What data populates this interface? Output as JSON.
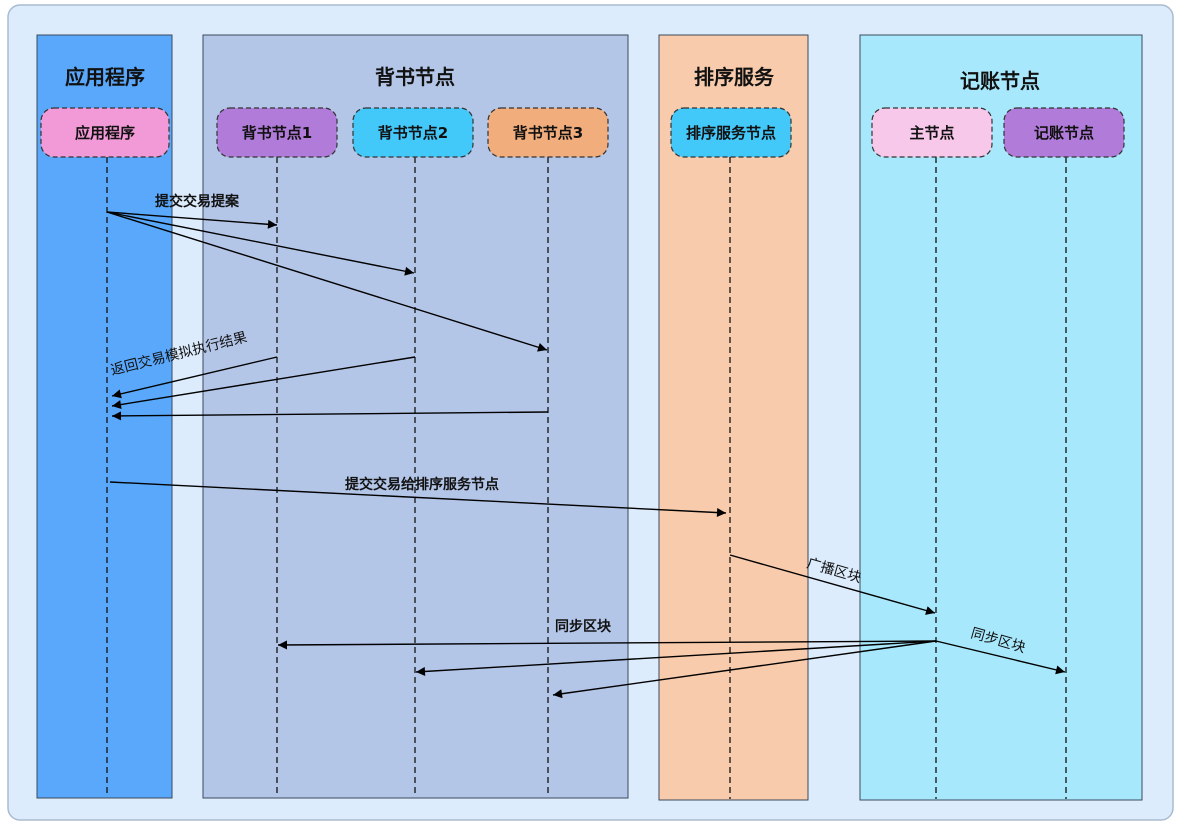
{
  "lanes": {
    "app": {
      "title": "应用程序",
      "color": "#59a8fb"
    },
    "endorse": {
      "title": "背书节点",
      "color": "#b4c6e8"
    },
    "order": {
      "title": "排序服务",
      "color": "#f7cbab"
    },
    "ledger": {
      "title": "记账节点",
      "color": "#a8e8fc"
    }
  },
  "participants": {
    "app": {
      "label": "应用程序",
      "color": "#f29ad8"
    },
    "endorser1": {
      "label": "背书节点1",
      "color": "#b07bd9"
    },
    "endorser2": {
      "label": "背书节点2",
      "color": "#43c8fa"
    },
    "endorser3": {
      "label": "背书节点3",
      "color": "#f2ad7c"
    },
    "orderer": {
      "label": "排序服务节点",
      "color": "#43c8fa"
    },
    "leader": {
      "label": "主节点",
      "color": "#f8c8ea"
    },
    "committer": {
      "label": "记账节点",
      "color": "#b07bd9"
    }
  },
  "messages": {
    "submit_proposal": "提交交易提案",
    "return_result": "返回交易模拟执行结果",
    "submit_to_orderer": "提交交易给排序服务节点",
    "broadcast_block": "广播区块",
    "sync_block_endorsers": "同步区块",
    "sync_block_committer": "同步区块"
  }
}
